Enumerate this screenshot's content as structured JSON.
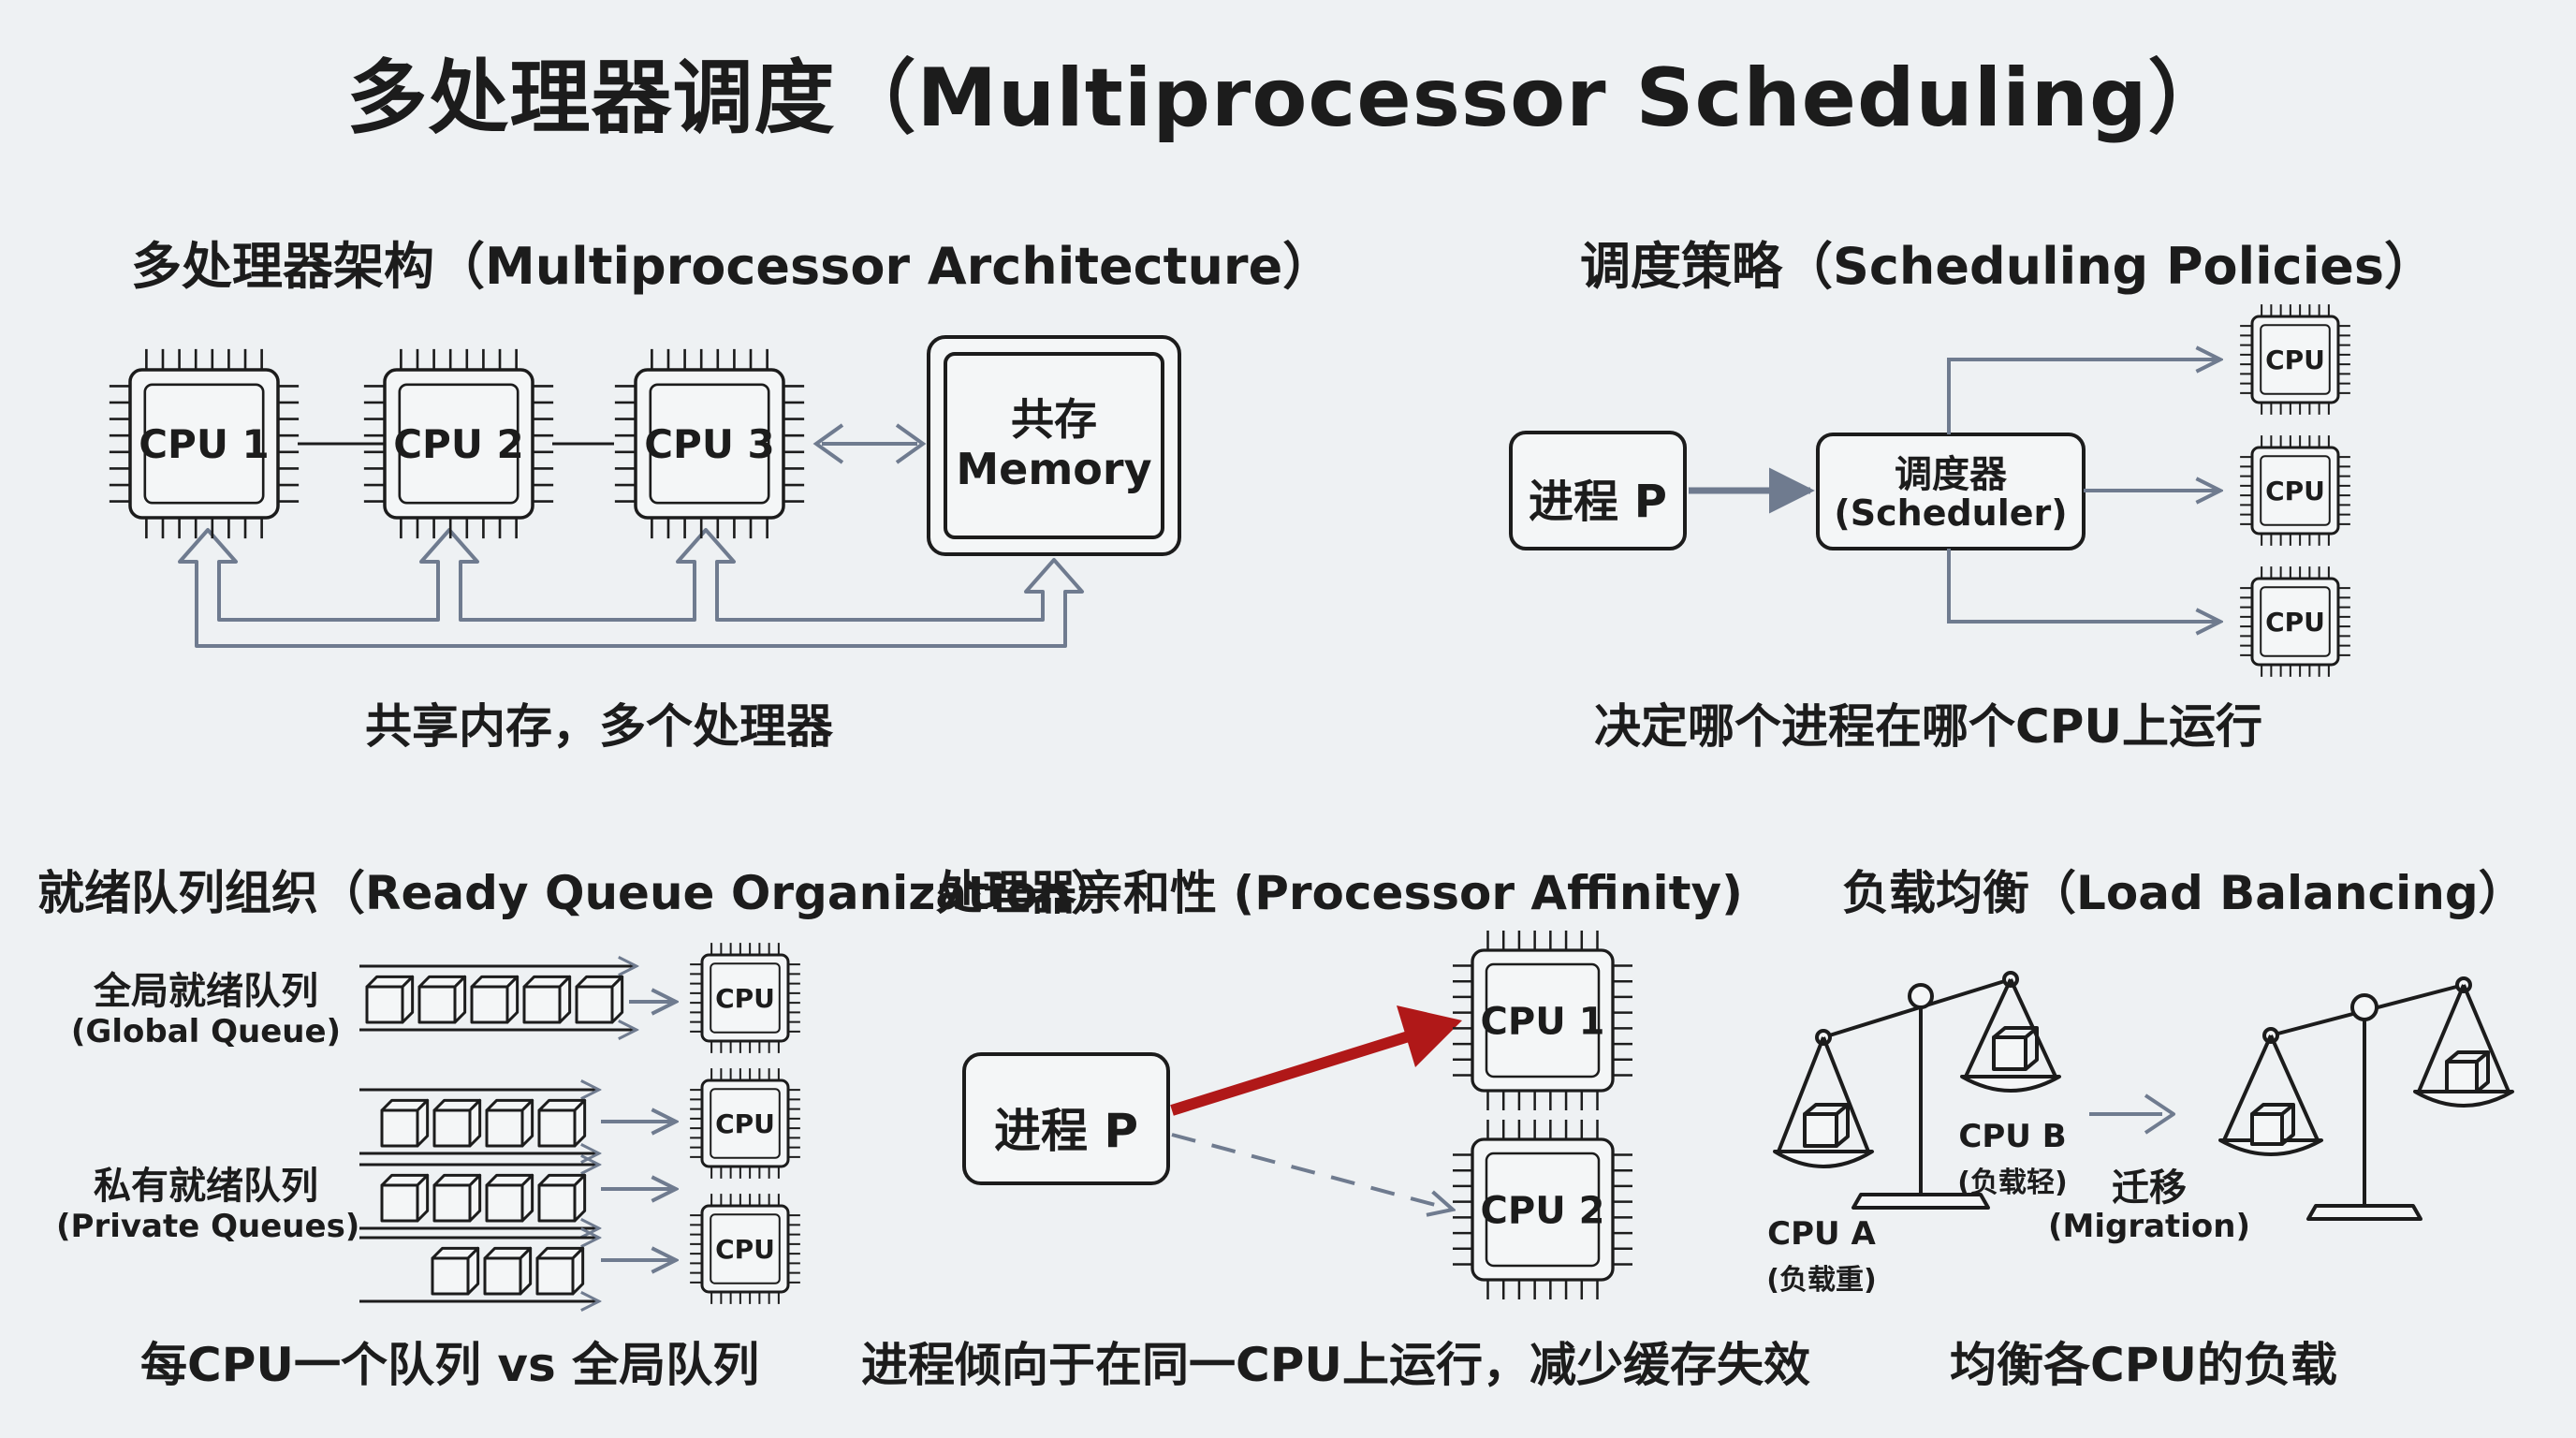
{
  "title": "多处理器调度（Multiprocessor Scheduling）",
  "architecture": {
    "heading": "多处理器架构（Multiprocessor Architecture）",
    "cpus": [
      "CPU 1",
      "CPU 2",
      "CPU 3"
    ],
    "memory_line1": "共存",
    "memory_line2": "Memory",
    "caption": "共享内存，多个处理器"
  },
  "policies": {
    "heading": "调度策略（Scheduling Policies）",
    "process": "进程 P",
    "scheduler_line1": "调度器",
    "scheduler_line2": "(Scheduler)",
    "cpu_label": "CPU",
    "caption": "决定哪个进程在哪个CPU上运行"
  },
  "ready_queue": {
    "heading": "就绪队列组织（Ready Queue Organization）",
    "global_line1": "全局就绪队列",
    "global_line2": "(Global Queue)",
    "private_line1": "私有就绪队列",
    "private_line2": "(Private Queues)",
    "cpu_label": "CPU",
    "caption": "每CPU一个队列 vs 全局队列"
  },
  "affinity": {
    "heading": "处理器亲和性 (Processor Affinity)",
    "process": "进程 P",
    "cpus": [
      "CPU 1",
      "CPU 2"
    ],
    "caption": "进程倾向于在同一CPU上运行，减少缓存失效"
  },
  "load_balancing": {
    "heading": "负载均衡（Load Balancing）",
    "cpu_a_line1": "CPU A",
    "cpu_a_line2": "(负载重)",
    "cpu_b_line1": "CPU B",
    "cpu_b_line2": "(负载轻)",
    "migration_line1": "迁移",
    "migration_line2": "(Migration)",
    "caption": "均衡各CPU的负载"
  },
  "colors": {
    "line": "#1c1c1c",
    "arrow": "#6f7b8f",
    "affinity_arrow": "#b01818",
    "background": "#eef1f3"
  }
}
